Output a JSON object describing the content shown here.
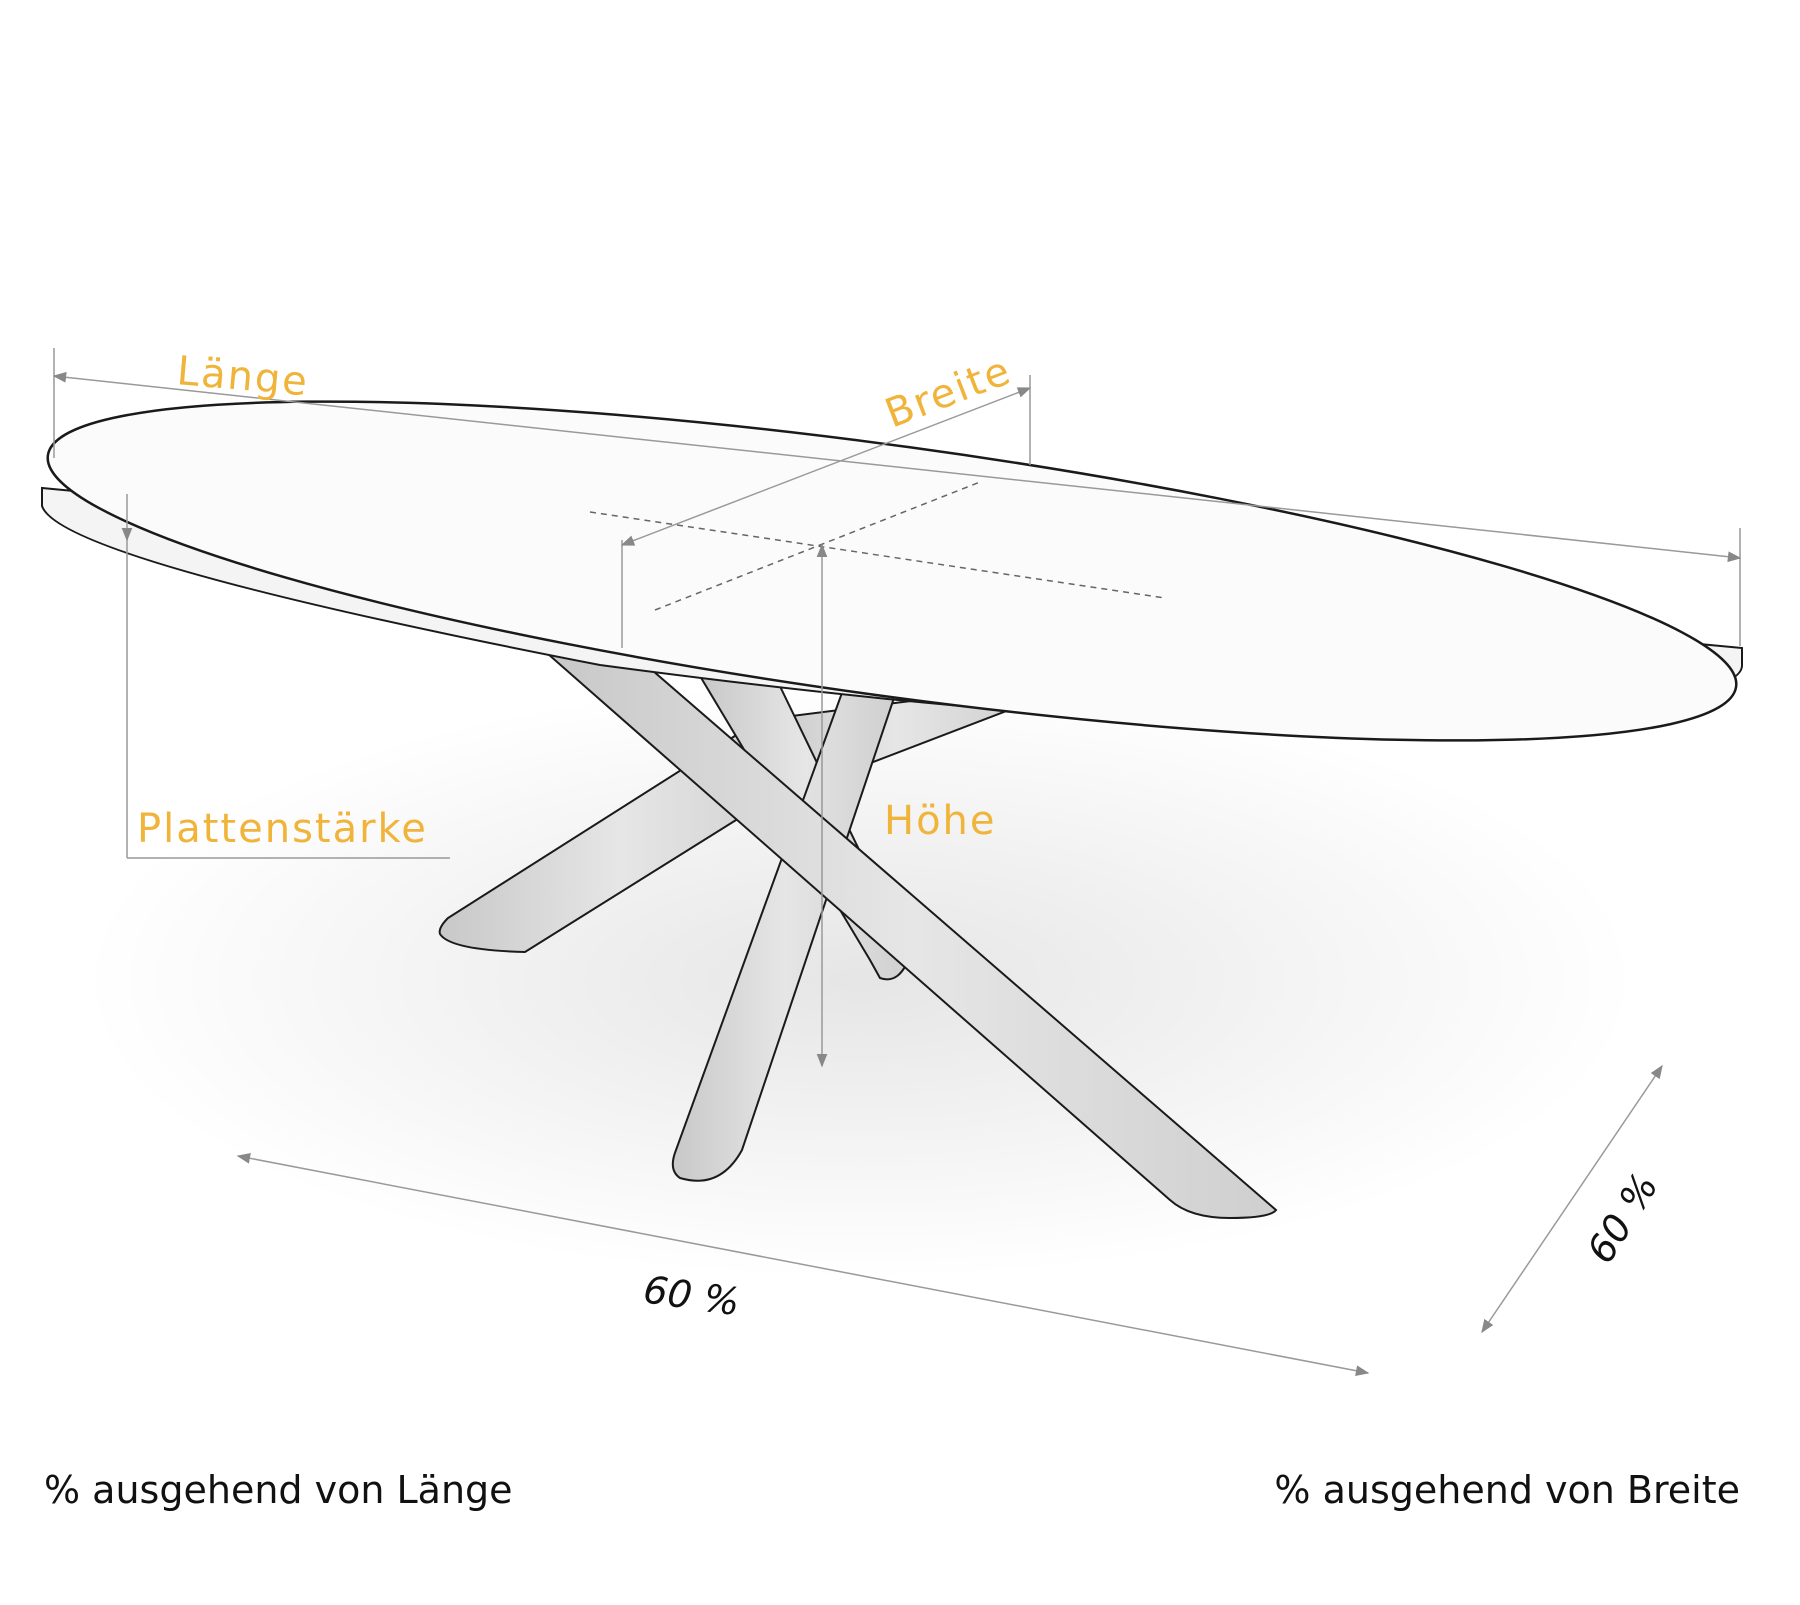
{
  "dimensions": {
    "laenge": "Länge",
    "breite": "Breite",
    "hoehe": "Höhe",
    "plattenstaerke": "Plattenstärke"
  },
  "percent": {
    "length_value": "60 %",
    "width_value": "60 %"
  },
  "captions": {
    "left": "% ausgehend von Länge",
    "right": "% ausgehend von Breite"
  },
  "colors": {
    "label_accent": "#f0b43a",
    "dimension_line": "#999999",
    "outline": "#1a1a1a",
    "leg_fill": "#d6d6d6"
  }
}
